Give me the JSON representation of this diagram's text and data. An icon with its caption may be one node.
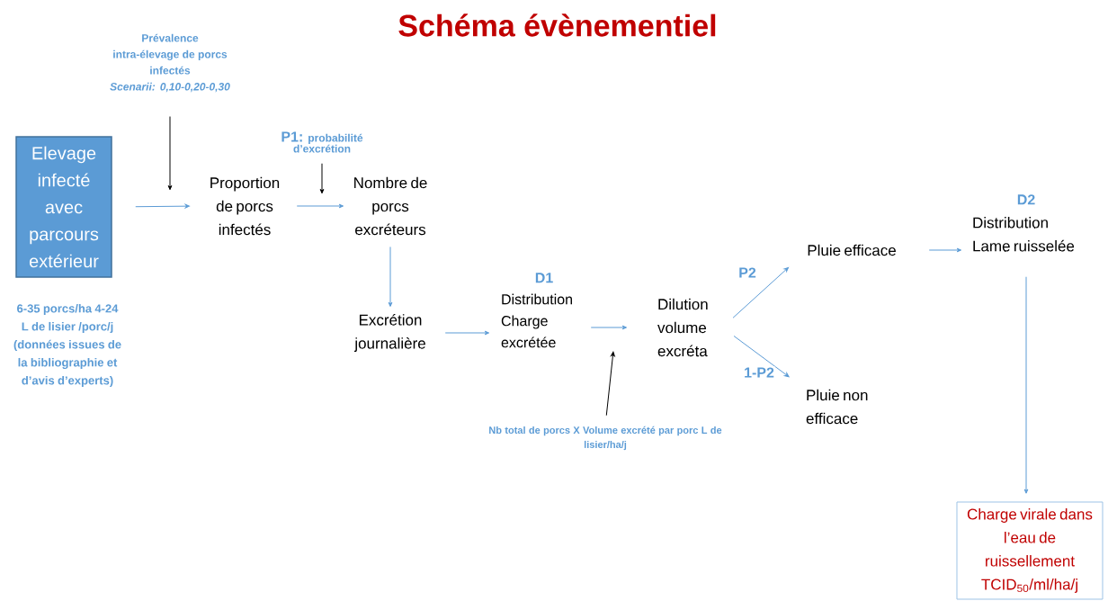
{
  "diagram": {
    "title": "Schéma évènementiel",
    "nodes": [
      {
        "text": [
          "Elevage infecté avec parcours extérieur"
        ],
        "beside": [
          "6-35 porcs/ha 4-24 L de lisier /porc/j (données issues de la bibliographie et d’avis d’experts)"
        ]
      },
      {
        "text": [
          "Prévalence intra-élevage de porcs infectés",
          "Scenarii: 0,10-0,20-0,30"
        ]
      },
      {
        "text": [
          "Proportion de porcs infectés"
        ]
      },
      {
        "text": [
          "P1:",
          "probabilité d’excrétion"
        ]
      },
      {
        "text": [
          "Nombre de porcs excréteurs"
        ]
      },
      {
        "text": [
          "Excrétion journalière"
        ]
      },
      {
        "text": [
          "D1",
          "Distribution Charge excrétée"
        ]
      },
      {
        "text": [
          "Nb total de porcs X Volume excrété par porc L de lisier/ha/j"
        ]
      },
      {
        "text": [
          "Dilution volume excréta"
        ]
      },
      {
        "text": [
          "Pluie efficace"
        ]
      },
      {
        "text": [
          "Pluie non efficace"
        ]
      },
      {
        "text": [
          "D2",
          "Distribution Lame ruisselée"
        ]
      },
      {
        "text": [
          "Charge virale dans l’eau de ruissellement TCID$_{50}$/ml/ha/j"
        ]
      }
    ],
    "edges": [
      {
        "from": 0,
        "to": 2,
        "arrow": "to"
      },
      {
        "from": 1,
        "to": null,
        "arrow": "to",
        "color": "#000000"
      },
      {
        "from": 3,
        "to": null,
        "arrow": "to",
        "color": "#000000"
      },
      {
        "from": 2,
        "to": 4,
        "arrow": "to"
      },
      {
        "from": 4,
        "to": 5,
        "arrow": "to"
      },
      {
        "from": 5,
        "to": 6,
        "arrow": "to"
      },
      {
        "from": 6,
        "to": 8,
        "arrow": "to"
      },
      {
        "from": 7,
        "to": null,
        "arrow": "to",
        "color": "#000000"
      },
      {
        "from": 8,
        "to": 9,
        "arrow": "to",
        "label": "P2"
      },
      {
        "from": 8,
        "to": 10,
        "arrow": "to",
        "label": "1-P2"
      },
      {
        "from": 9,
        "to": 11,
        "arrow": "to"
      },
      {
        "from": 11,
        "to": 12,
        "arrow": "to"
      }
    ]
  }
}
